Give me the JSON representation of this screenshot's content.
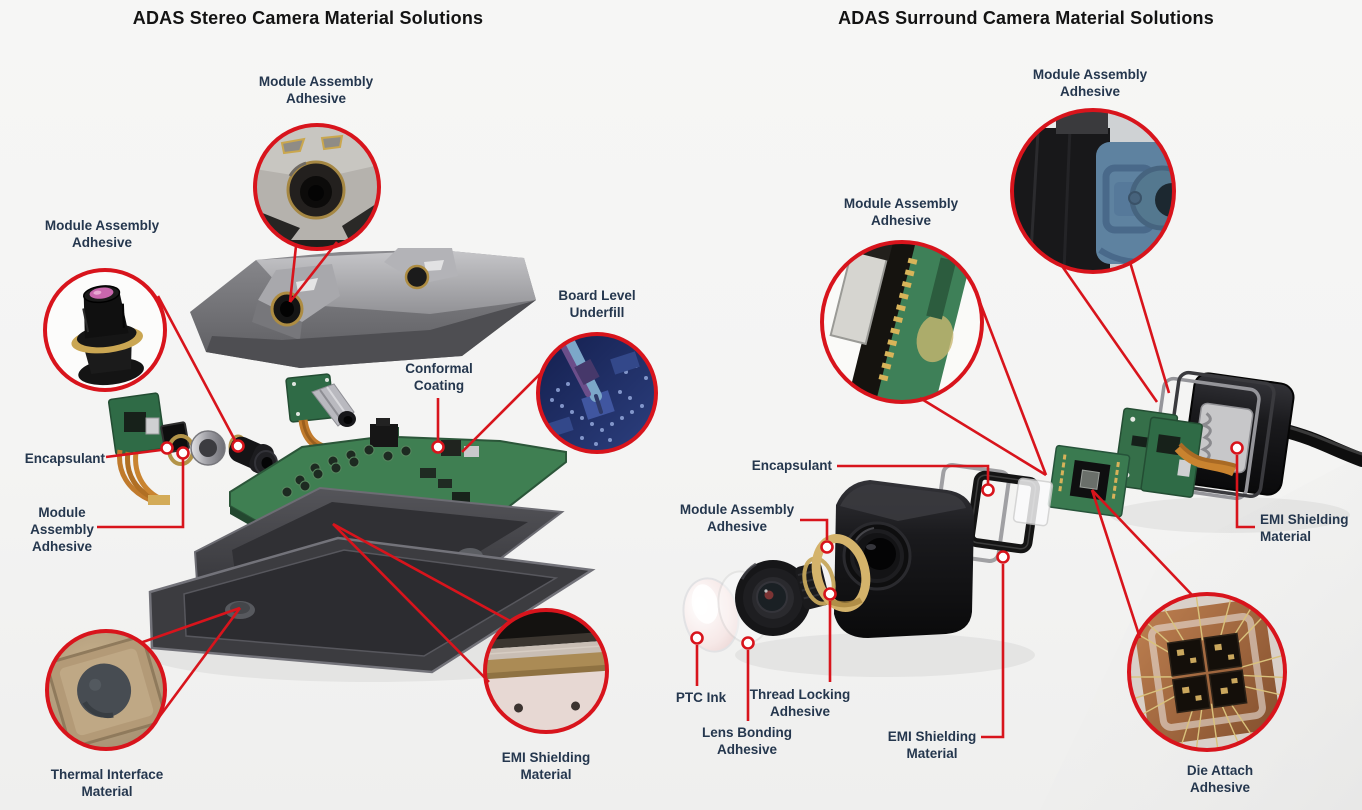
{
  "accent_red": "#d8141c",
  "label_color": "#25374e",
  "title_color": "#131313",
  "background": "#f4f4f3",
  "left_panel": {
    "title": "ADAS Stereo Camera Material Solutions",
    "labels": {
      "module_assembly_adhesive_top": "Module Assembly\nAdhesive",
      "module_assembly_adhesive_left": "Module Assembly\nAdhesive",
      "board_level_underfill": "Board Level\nUnderfill",
      "conformal_coating": "Conformal\nCoating",
      "encapsulant": "Encapsulant",
      "module_assembly_adhesive_lower": "Module\nAssembly\nAdhesive",
      "thermal_interface_material": "Thermal Interface\nMaterial",
      "emi_shielding_material": "EMI Shielding\nMaterial"
    },
    "callouts": {
      "top_circle": "bracket-lens-mount-macro",
      "left_circle": "lens-barrel-macro",
      "right_circle": "board-underfill-dispense-macro",
      "bottom_left_circle": "thermal-pad-macro",
      "bottom_right_circle": "emi-shield-edge-macro"
    }
  },
  "right_panel": {
    "title": "ADAS Surround Camera Material Solutions",
    "labels": {
      "module_assembly_adhesive_top": "Module Assembly\nAdhesive",
      "module_assembly_adhesive_left": "Module Assembly\nAdhesive",
      "encapsulant": "Encapsulant",
      "module_assembly_adhesive_lens": "Module Assembly\nAdhesive",
      "ptc_ink": "PTC Ink",
      "lens_bonding_adhesive": "Lens Bonding\nAdhesive",
      "thread_locking_adhesive": "Thread Locking\nAdhesive",
      "emi_shielding_material_center": "EMI Shielding\nMaterial",
      "emi_shielding_material_right": "EMI Shielding\nMaterial",
      "die_attach_adhesive": "Die Attach\nAdhesive"
    },
    "callouts": {
      "top_circle": "blue-module-housing-macro",
      "left_circle": "pcb-connector-pins-macro",
      "bottom_circle": "wire-bonded-die-macro"
    }
  }
}
